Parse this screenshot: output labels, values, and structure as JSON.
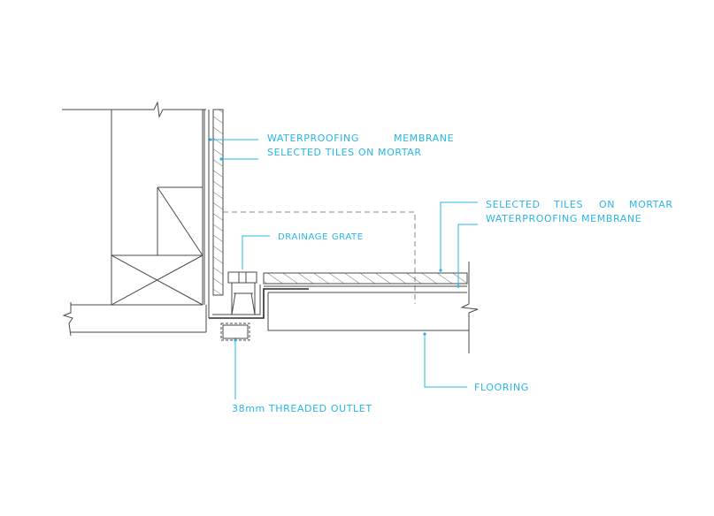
{
  "colors": {
    "annotation": "#29b6e6",
    "linework": "#4a4a4a",
    "background": "#ffffff"
  },
  "labels": {
    "wall_membrane_a": "WATERPROOFING",
    "wall_membrane_b": "MEMBRANE",
    "wall_tiles": "SELECTED TILES ON MORTAR",
    "drainage_grate": "DRAINAGE GRATE",
    "floor_tiles_a": "SELECTED",
    "floor_tiles_b": "TILES",
    "floor_tiles_c": "ON",
    "floor_tiles_d": "MORTAR",
    "floor_membrane": "WATERPROOFING MEMBRANE",
    "outlet": "38mm THREADED OUTLET",
    "flooring": "FLOORING"
  }
}
